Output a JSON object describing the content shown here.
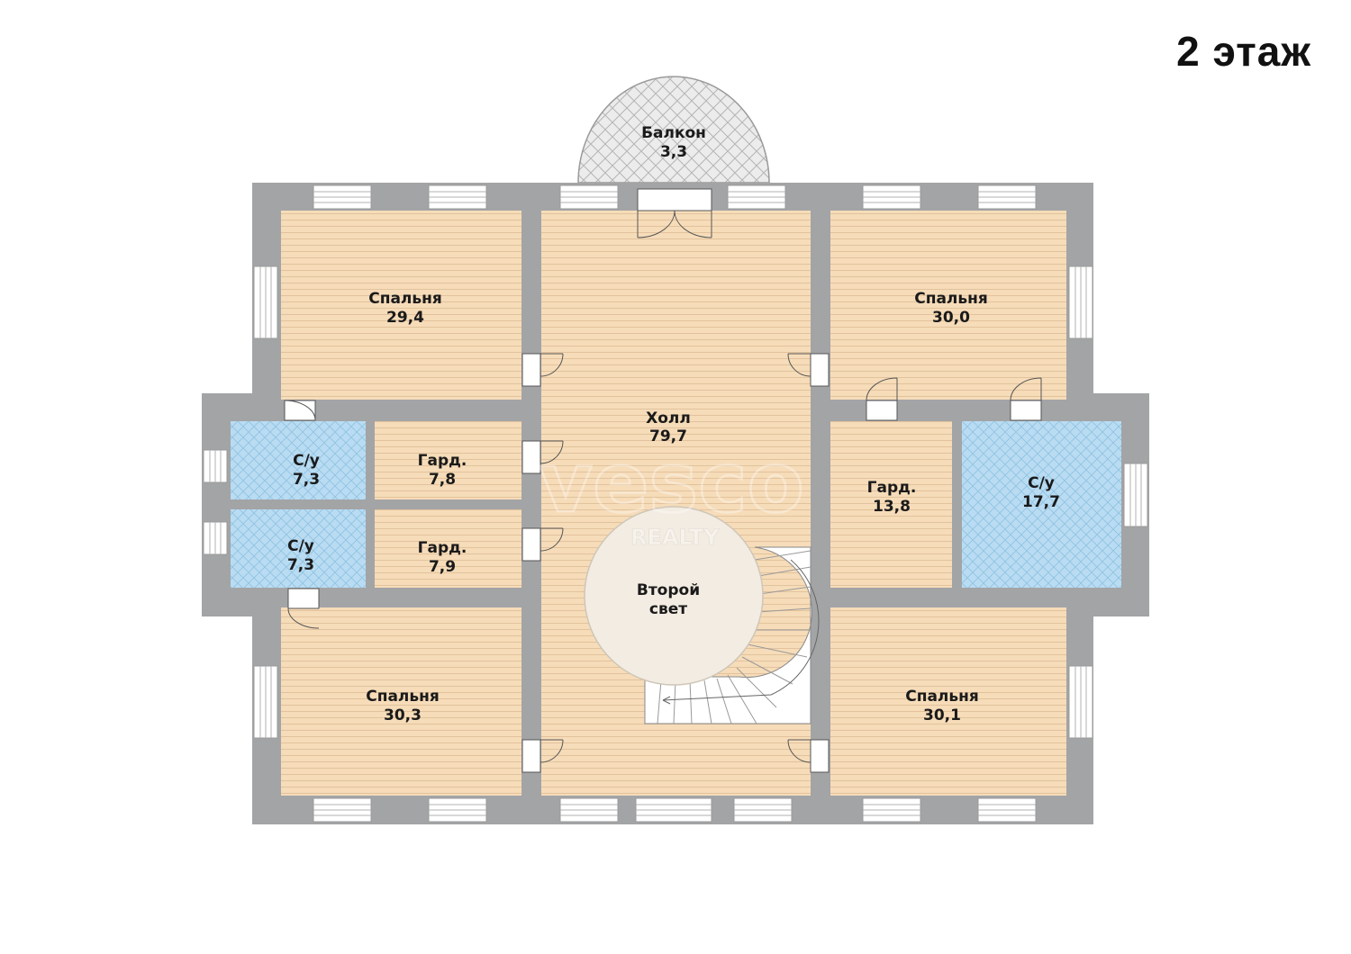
{
  "floor_title": "2 этаж",
  "watermark": {
    "brand": "vesco",
    "sub": "REALTY"
  },
  "colors": {
    "wall": "#a3a4a6",
    "wood": "#f6dcb9",
    "wood_line": "#e2c29c",
    "tile": "#b9dcf2",
    "second_light": "#f3ece2",
    "balcony": "#e7e7e7"
  },
  "rooms": {
    "balcony": {
      "name": "Балкон",
      "area": "3,3"
    },
    "bedroom_nw": {
      "name": "Спальня",
      "area": "29,4"
    },
    "bedroom_ne": {
      "name": "Спальня",
      "area": "30,0"
    },
    "hall": {
      "name": "Холл",
      "area": "79,7"
    },
    "bath_w1": {
      "name": "С/у",
      "area": "7,3"
    },
    "bath_w2": {
      "name": "С/у",
      "area": "7,3"
    },
    "ward_w1": {
      "name": "Гард.",
      "area": "7,8"
    },
    "ward_w2": {
      "name": "Гард.",
      "area": "7,9"
    },
    "ward_e": {
      "name": "Гард.",
      "area": "13,8"
    },
    "bath_e": {
      "name": "С/у",
      "area": "17,7"
    },
    "second_light": {
      "name": "Второй",
      "name2": "свет"
    },
    "bedroom_sw": {
      "name": "Спальня",
      "area": "30,3"
    },
    "bedroom_se": {
      "name": "Спальня",
      "area": "30,1"
    }
  }
}
